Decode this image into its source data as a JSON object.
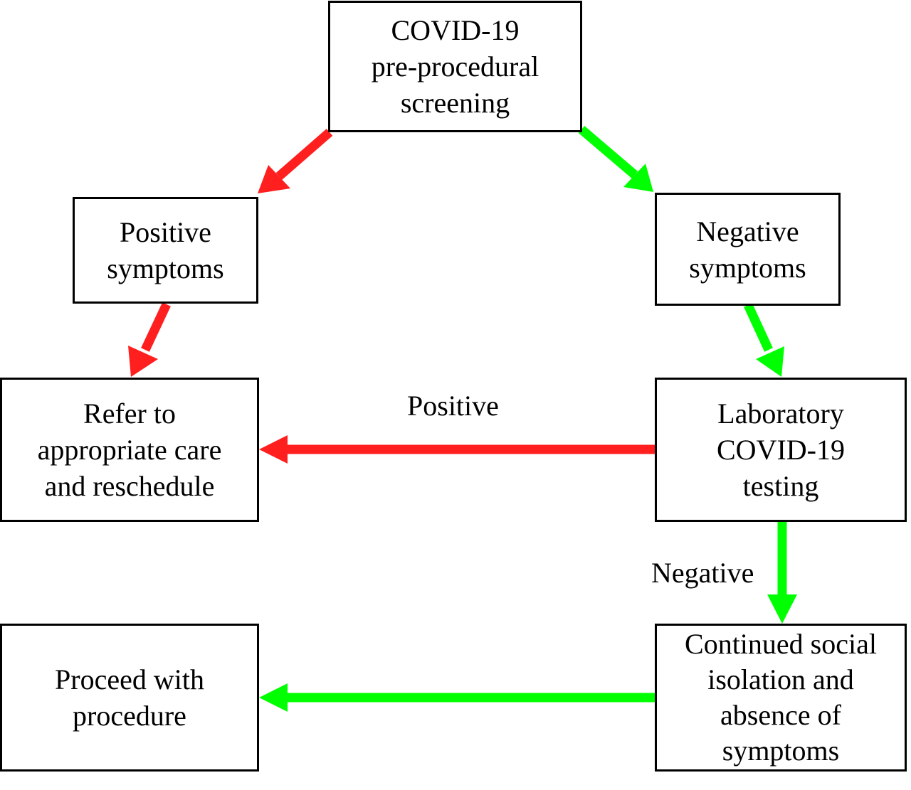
{
  "nodes": {
    "screening": "COVID-19\npre-procedural\nscreening",
    "positive_symptoms": "Positive\nsymptoms",
    "negative_symptoms": "Negative\nsymptoms",
    "refer": "Refer to\nappropriate care\nand reschedule",
    "lab_testing": "Laboratory\nCOVID-19\ntesting",
    "proceed": "Proceed with\nprocedure",
    "continued_isolation": "Continued social\nisolation and\nabsence of\nsymptoms"
  },
  "edge_labels": {
    "positive": "Positive",
    "negative": "Negative"
  },
  "colors": {
    "positive_arrow": "#ff1f1f",
    "negative_arrow": "#00ff00",
    "box_border": "#000000"
  }
}
